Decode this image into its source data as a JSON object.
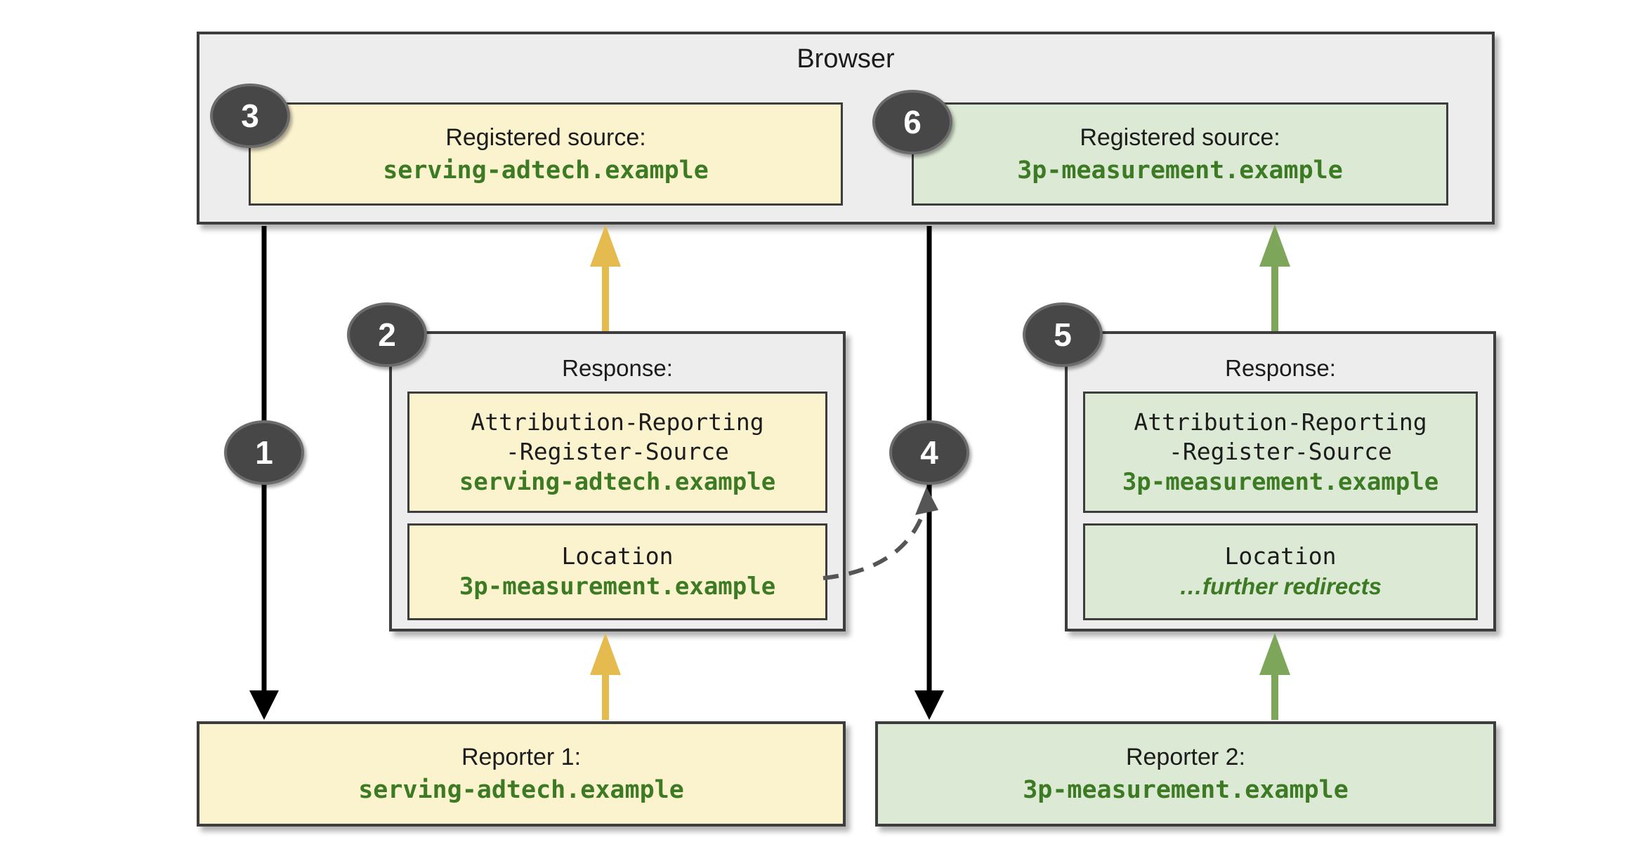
{
  "badges": [
    "1",
    "2",
    "3",
    "4",
    "5",
    "6"
  ],
  "browser": {
    "title": "Browser",
    "sources": [
      {
        "badge": "3",
        "label": "Registered source:",
        "domain": "serving-adtech.example"
      },
      {
        "badge": "6",
        "label": "Registered source:",
        "domain": "3p-measurement.example"
      }
    ]
  },
  "responses": [
    {
      "badge": "2",
      "label": "Response:",
      "header": {
        "line1": "Attribution-Reporting",
        "line2": "-Register-Source",
        "value": "serving-adtech.example"
      },
      "location": {
        "name": "Location",
        "value": "3p-measurement.example"
      }
    },
    {
      "badge": "5",
      "label": "Response:",
      "header": {
        "line1": "Attribution-Reporting",
        "line2": "-Register-Source",
        "value": "3p-measurement.example"
      },
      "location": {
        "name": "Location",
        "value": "…further redirects"
      }
    }
  ],
  "reporters": [
    {
      "label": "Reporter 1:",
      "domain": "serving-adtech.example"
    },
    {
      "label": "Reporter 2:",
      "domain": "3p-measurement.example"
    }
  ],
  "colors": {
    "yellow_fill": "#fbf2ce",
    "green_fill": "#dce9d4",
    "panel_fill": "#ededed",
    "border": "#3d3d3d",
    "green_text": "#3c7a24",
    "yellow_arrow": "#e5ba4e",
    "green_arrow": "#7da65a",
    "black_arrow": "#000000",
    "dashed_arrow": "#555555",
    "badge_fill": "#474747"
  }
}
